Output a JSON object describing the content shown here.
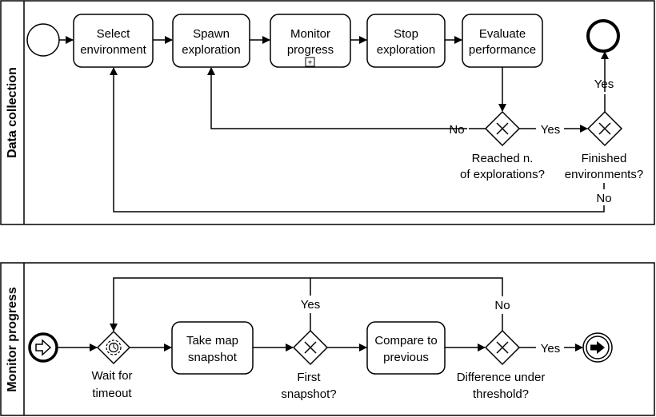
{
  "pools": {
    "data_collection": {
      "label": "Data collection",
      "tasks": {
        "select_env": [
          "Select",
          "environment"
        ],
        "spawn": [
          "Spawn",
          "exploration"
        ],
        "monitor": [
          "Monitor",
          "progress"
        ],
        "stop": [
          "Stop",
          "exploration"
        ],
        "evaluate": [
          "Evaluate",
          "performance"
        ]
      },
      "gateways": {
        "reached": [
          "Reached n.",
          "of explorations?"
        ],
        "finished": [
          "Finished",
          "environments?"
        ]
      },
      "flow_labels": {
        "reached_no": "No",
        "reached_yes": "Yes",
        "finished_yes": "Yes",
        "finished_no": "No"
      },
      "subprocess_marker": "+"
    },
    "monitor_progress": {
      "label": "Monitor progress",
      "tasks": {
        "snapshot": [
          "Take map",
          "snapshot"
        ],
        "compare": [
          "Compare to",
          "previous"
        ]
      },
      "events": {
        "timer": [
          "Wait for",
          "timeout"
        ]
      },
      "gateways": {
        "first": [
          "First",
          "snapshot?"
        ],
        "difference": [
          "Difference under",
          "threshold?"
        ]
      },
      "flow_labels": {
        "first_yes": "Yes",
        "difference_no": "No",
        "difference_yes": "Yes"
      }
    }
  }
}
